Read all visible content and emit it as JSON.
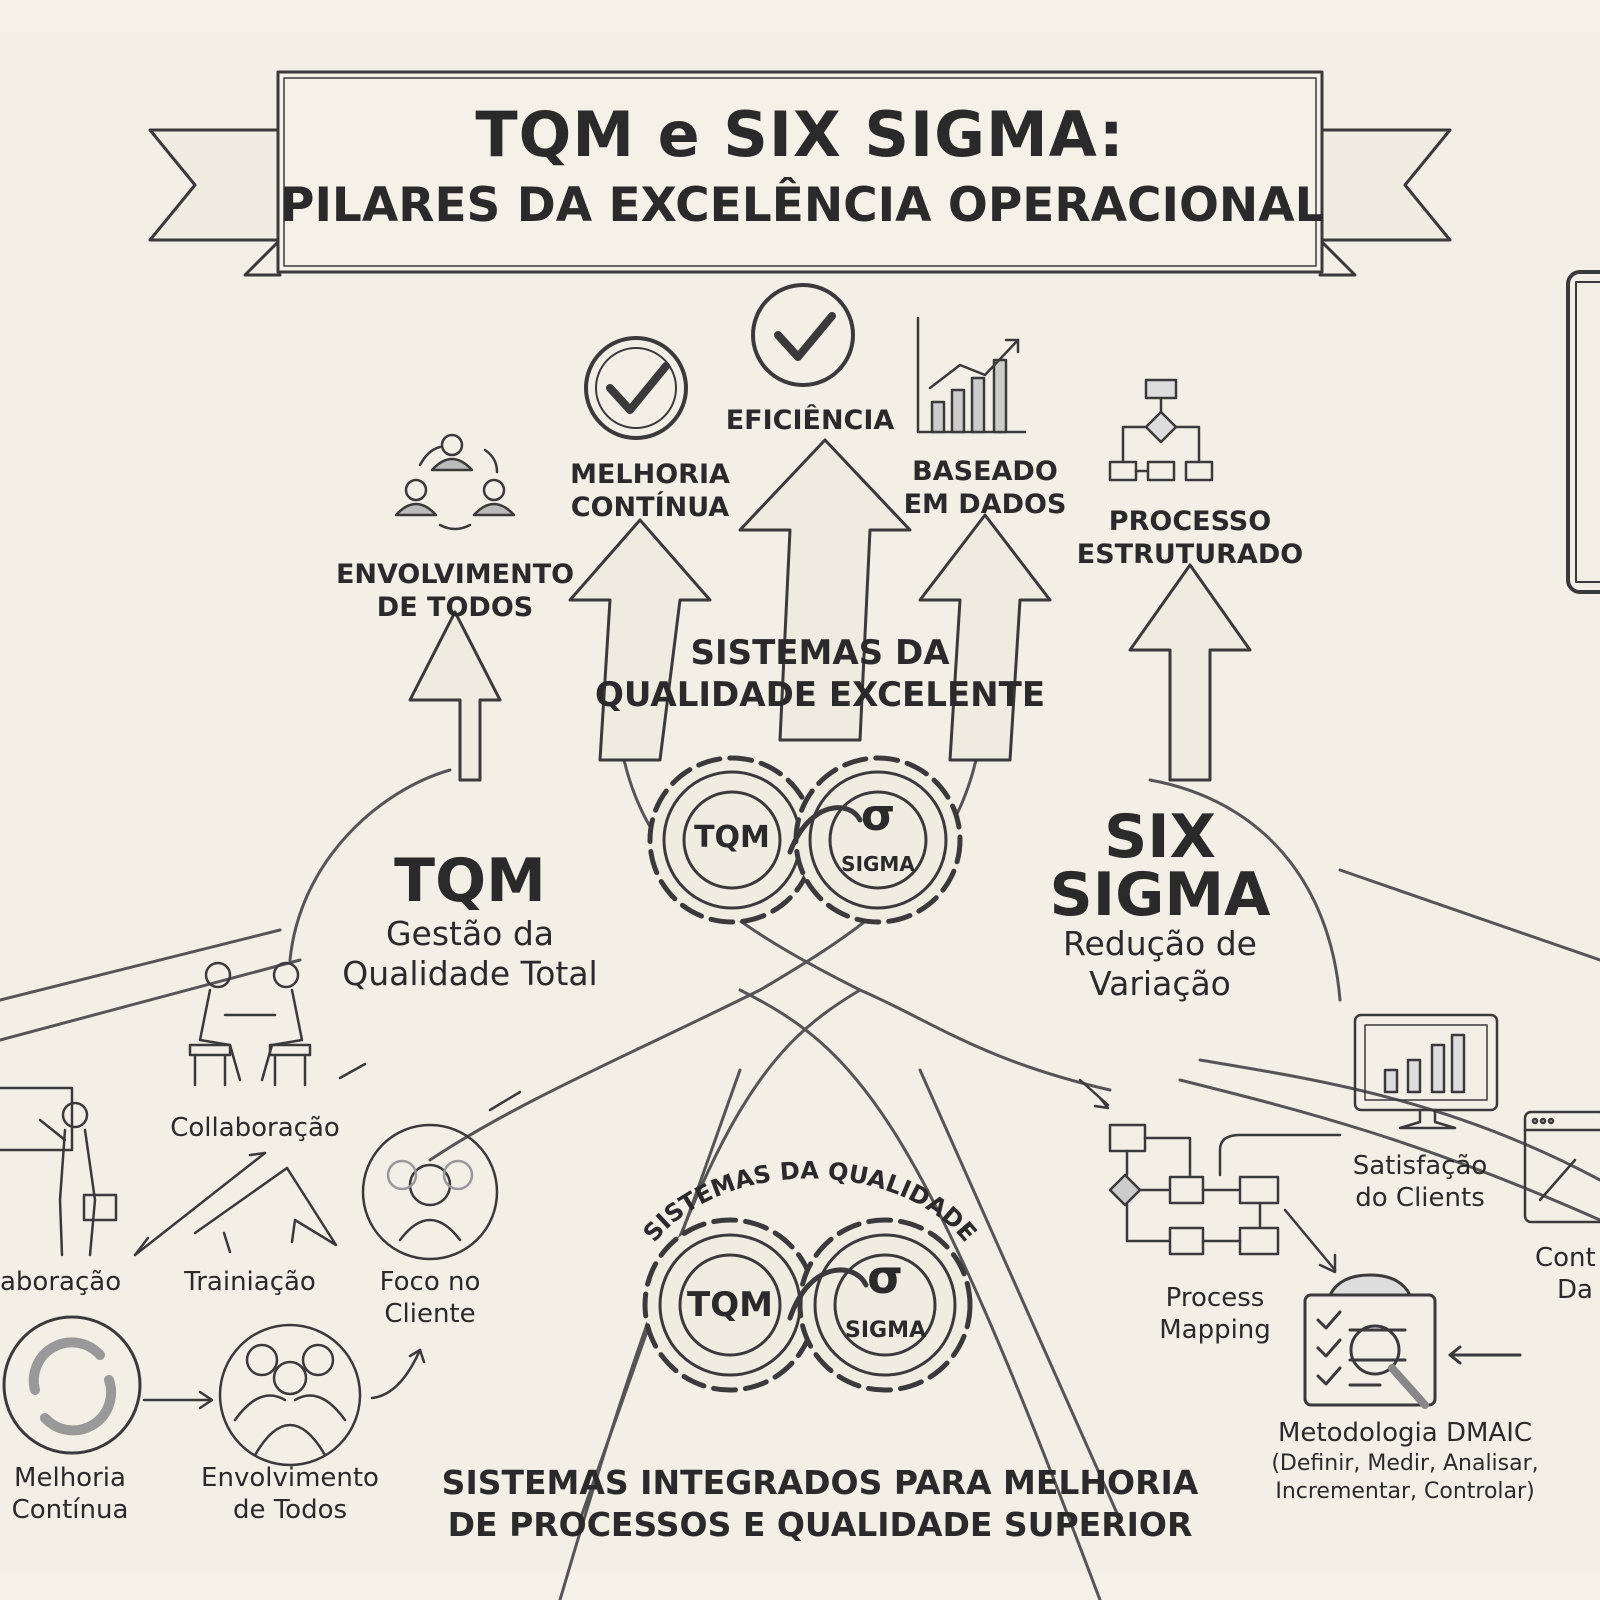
{
  "banner": {
    "title_line1": "TQM e SIX SIGMA:",
    "title_line2": "PILARES DA EXCELÊNCIA OPERACIONAL"
  },
  "pillars": [
    {
      "icon": "people-cycle-icon",
      "label_line1": "ENVOLVIMENTO",
      "label_line2": "DE TODOS"
    },
    {
      "icon": "check-circle-icon",
      "label_line1": "MELHORIA",
      "label_line2": "CONTÍNUA"
    },
    {
      "icon": "check-circle-icon",
      "label_line1": "EFICIÊNCIA",
      "label_line2": ""
    },
    {
      "icon": "bar-chart-icon",
      "label_line1": "BASEADO",
      "label_line2": "EM DADOS"
    },
    {
      "icon": "flowchart-icon",
      "label_line1": "PROCESSO",
      "label_line2": "ESTRUTURADO"
    }
  ],
  "center": {
    "heading_line1": "SISTEMAS DA",
    "heading_line2": "QUALIDADE EXCELENTE",
    "gear_left": "TQM",
    "gear_right_symbol": "σ",
    "gear_right": "SIGMA"
  },
  "tqm": {
    "title": "TQM",
    "subtitle_line1": "Gestão da",
    "subtitle_line2": "Qualidade Total"
  },
  "six_sigma": {
    "title_line1": "SIX",
    "title_line2": "SIGMA",
    "subtitle_line1": "Redução de",
    "subtitle_line2": "Variação"
  },
  "left_items": [
    {
      "label": "Collaboração",
      "icon": "meeting-icon"
    },
    {
      "label": "aboração",
      "icon": "presenter-icon"
    },
    {
      "label": "Trainiação",
      "icon": "arrow-up-icon"
    },
    {
      "label_line1": "Foco no",
      "label_line2": "Cliente",
      "icon": "customer-icon"
    },
    {
      "label_line1": "Melhoria",
      "label_line2": "Contínua",
      "icon": "cycle-icon"
    },
    {
      "label_line1": "Envolvimento",
      "label_line2": "de Todos",
      "icon": "team-icon"
    }
  ],
  "right_items": [
    {
      "label_line1": "Satisfação",
      "label_line2": "do Clients",
      "icon": "monitor-chart-icon"
    },
    {
      "label_line1": "Cont",
      "label_line2": "Da",
      "icon": "browser-chart-icon"
    },
    {
      "label_line1": "Process",
      "label_line2": "Mapping",
      "icon": "flowchart-icon"
    },
    {
      "label_line1": "Metodologia DMAIC",
      "label_line2": "(Definir, Medir, Analisar,",
      "label_line3": "Incrementar, Controlar)",
      "icon": "clipboard-search-icon"
    }
  ],
  "bottom": {
    "arc_text": "SISTEMAS DA QUALIDADE",
    "gear_left": "TQM",
    "gear_right_symbol": "σ",
    "gear_right": "SIGMA",
    "footer_line1": "SISTEMAS INTEGRADOS PARA MELHORIA",
    "footer_line2": "DE PROCESSOS E QUALIDADE SUPERIOR"
  }
}
